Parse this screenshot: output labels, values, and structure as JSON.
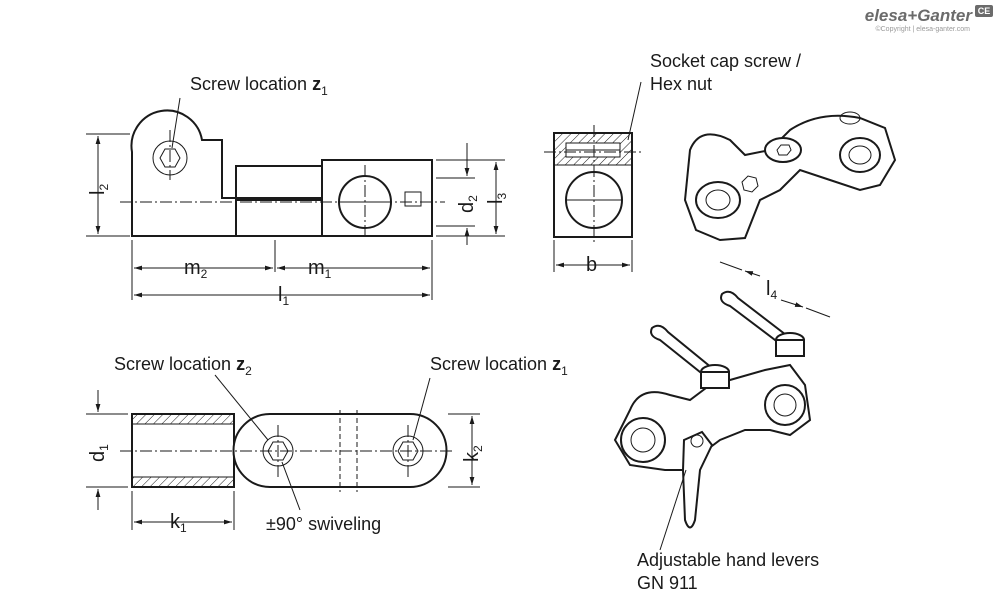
{
  "brand": {
    "logo": "elesa+Ganter",
    "copyright": "©Copyright | elesa-ganter.com",
    "badge": "CE"
  },
  "labels": {
    "screw_z1_top": {
      "text": "Screw location ",
      "var": "z",
      "sub": "1"
    },
    "screw_z2": {
      "text": "Screw location ",
      "var": "z",
      "sub": "2"
    },
    "screw_z1_bottom": {
      "text": "Screw location ",
      "var": "z",
      "sub": "1"
    },
    "socket_line1": "Socket cap screw /",
    "socket_line2": "Hex nut",
    "swivel": "±90° swiveling",
    "levers_line1": "Adjustable hand levers",
    "levers_line2": "GN 911"
  },
  "dimensions": {
    "l2": {
      "base": "l",
      "sub": "2"
    },
    "d2": {
      "base": "d",
      "sub": "2"
    },
    "l3": {
      "base": "l",
      "sub": "3"
    },
    "m2": {
      "base": "m",
      "sub": "2"
    },
    "m1": {
      "base": "m",
      "sub": "1"
    },
    "l1": {
      "base": "l",
      "sub": "1"
    },
    "b": {
      "base": "b"
    },
    "l4": {
      "base": "l",
      "sub": "4"
    },
    "d1": {
      "base": "d",
      "sub": "1"
    },
    "k2": {
      "base": "k",
      "sub": "2"
    },
    "k1": {
      "base": "k",
      "sub": "1"
    }
  }
}
